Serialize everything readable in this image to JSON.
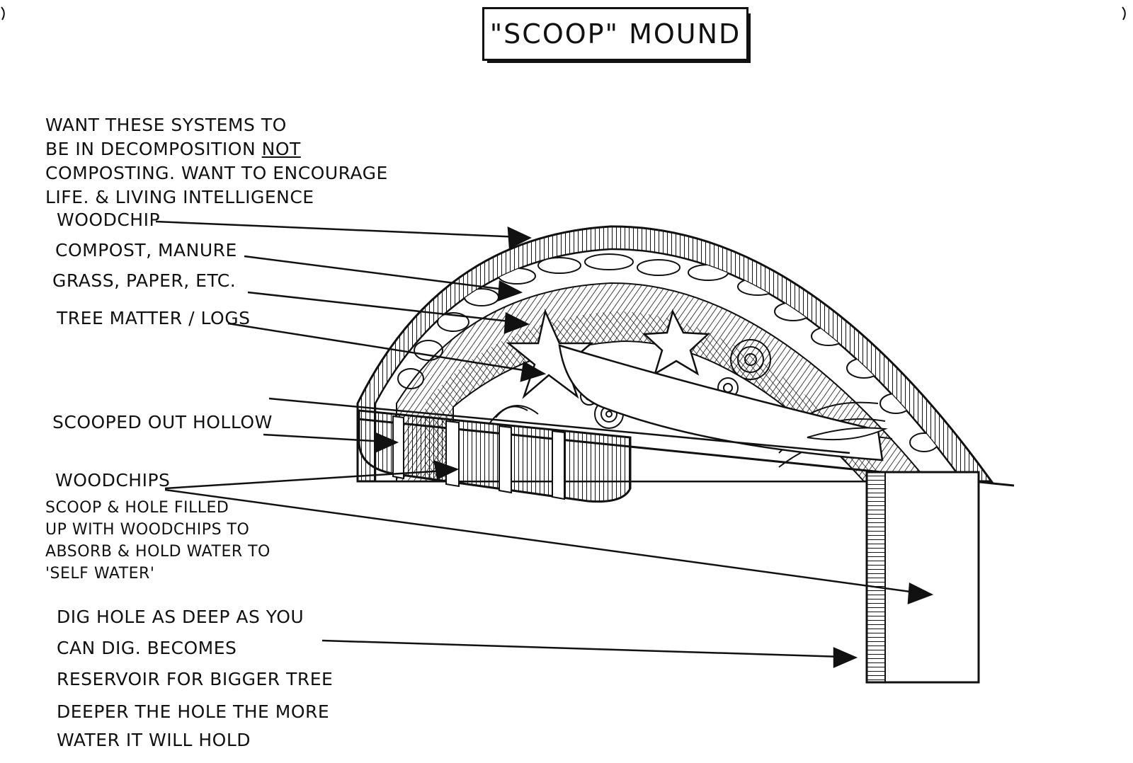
{
  "title": "\"SCOOP\" MOUND",
  "intro": {
    "line1": "WANT THESE SYSTEMS TO",
    "line2a": "BE IN DECOMPOSITION ",
    "line2b": "NOT",
    "line3": "COMPOSTING. WANT TO ENCOURAGE",
    "line4": "LIFE. & LIVING INTELLIGENCE"
  },
  "layers": [
    {
      "label": "WOODCHIP"
    },
    {
      "label": "COMPOST, MANURE"
    },
    {
      "label": "GRASS, PAPER, ETC."
    },
    {
      "label": "TREE MATTER / LOGS"
    },
    {
      "label": "SCOOPED OUT HOLLOW"
    },
    {
      "label": "WOODCHIPS"
    }
  ],
  "woodchips_note": {
    "line1": "SCOOP & HOLE FILLED",
    "line2": "UP WITH WOODCHIPS TO",
    "line3": "ABSORB & HOLD WATER TO",
    "line4": "'SELF WATER'"
  },
  "dig_note": {
    "line1": "DIG HOLE AS DEEP AS YOU",
    "line2": "CAN DIG. BECOMES",
    "line3": "RESERVOIR FOR BIGGER TREE"
  },
  "deeper_note": {
    "line1": "DEEPER THE HOLE THE MORE",
    "line2": "WATER IT WILL HOLD"
  },
  "colors": {
    "ink": "#111111",
    "paper": "#ffffff"
  }
}
